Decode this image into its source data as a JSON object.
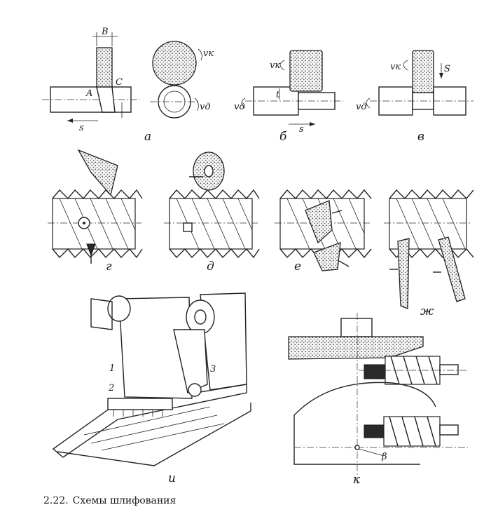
{
  "caption": {
    "number": "2.22.",
    "text": "Схемы шлифования"
  },
  "labels": {
    "a": "а",
    "b": "б",
    "v": "в",
    "g": "г",
    "d": "д",
    "e": "е",
    "zh": "ж",
    "i": "и",
    "k": "к"
  },
  "symbols": {
    "B": "B",
    "A": "A",
    "C": "C",
    "s": "s",
    "S": "S",
    "t": "t",
    "vk": "vк",
    "vd": "vд",
    "beta": "β",
    "n1": "1",
    "n2": "2",
    "n3": "3"
  }
}
